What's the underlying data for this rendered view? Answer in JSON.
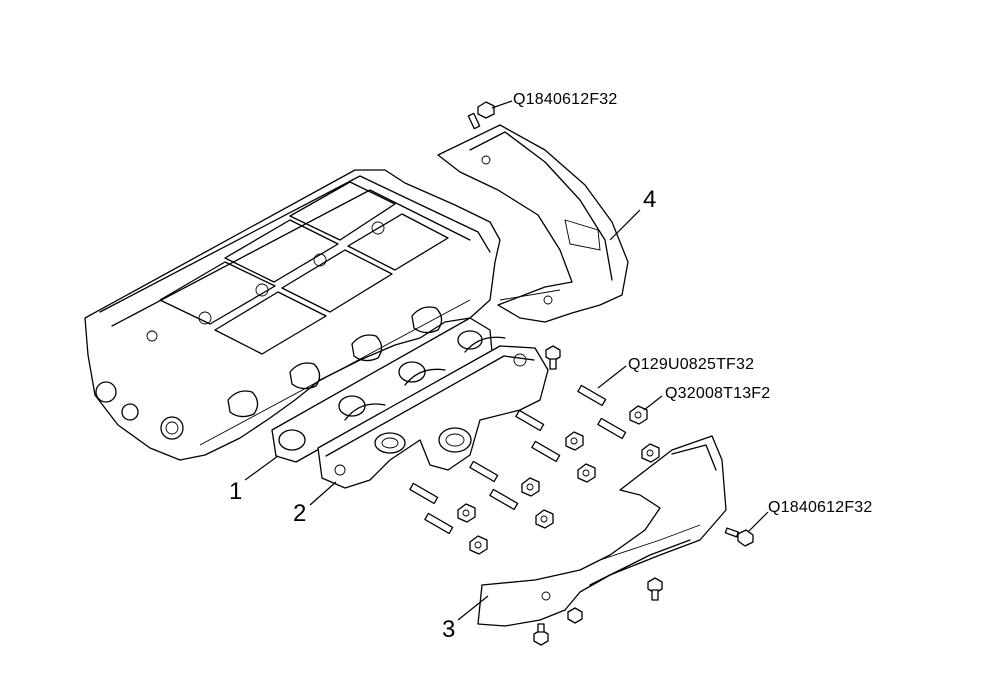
{
  "part_codes": {
    "bolt_top": "Q1840612F32",
    "stud": "Q129U0825TF32",
    "nut": "Q32008T13F2",
    "bolt_right": "Q1840612F32"
  },
  "callouts": {
    "gasket": "1",
    "manifold": "2",
    "lower_heat_shield": "3",
    "upper_heat_shield": "4"
  }
}
